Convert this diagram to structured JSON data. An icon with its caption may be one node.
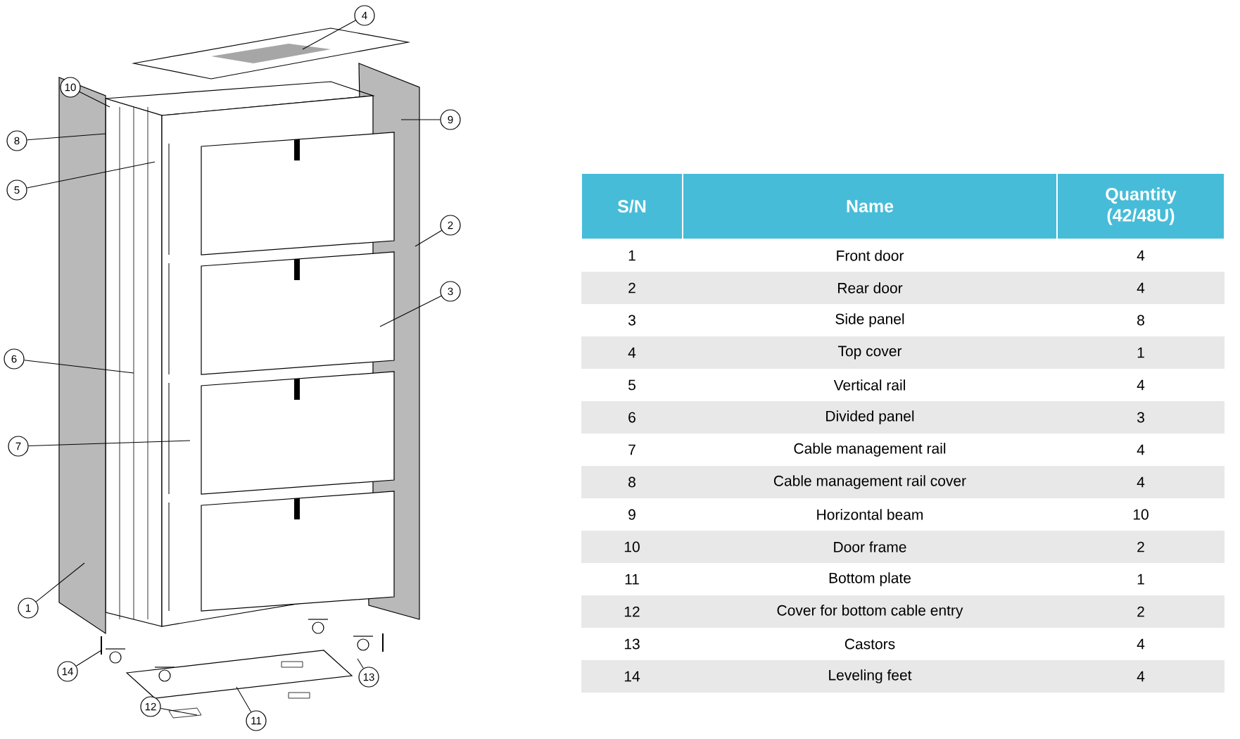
{
  "diagram": {
    "nodes": [
      {
        "text": [
          "4"
        ]
      },
      {
        "text": [
          "10"
        ]
      },
      {
        "text": [
          "9"
        ]
      },
      {
        "text": [
          "8"
        ]
      },
      {
        "text": [
          "5"
        ]
      },
      {
        "text": [
          "2"
        ]
      },
      {
        "text": [
          "3"
        ]
      },
      {
        "text": [
          "6"
        ]
      },
      {
        "text": [
          "7"
        ]
      },
      {
        "text": [
          "1"
        ]
      },
      {
        "text": [
          "14"
        ]
      },
      {
        "text": [
          "13"
        ]
      },
      {
        "text": [
          "12"
        ]
      },
      {
        "text": [
          "11"
        ]
      }
    ],
    "edges": [
      {
        "from": 0,
        "to": null,
        "arrow": "none"
      },
      {
        "from": 1,
        "to": null,
        "arrow": "none"
      },
      {
        "from": 2,
        "to": null,
        "arrow": "none"
      },
      {
        "from": 3,
        "to": null,
        "arrow": "none"
      },
      {
        "from": 4,
        "to": null,
        "arrow": "none"
      },
      {
        "from": 5,
        "to": null,
        "arrow": "none"
      },
      {
        "from": 6,
        "to": null,
        "arrow": "none"
      },
      {
        "from": 7,
        "to": null,
        "arrow": "none"
      },
      {
        "from": 8,
        "to": null,
        "arrow": "none"
      },
      {
        "from": 9,
        "to": null,
        "arrow": "none"
      },
      {
        "from": 10,
        "to": null,
        "arrow": "none"
      },
      {
        "from": 11,
        "to": null,
        "arrow": "none"
      },
      {
        "from": 12,
        "to": null,
        "arrow": "none"
      },
      {
        "from": 13,
        "to": null,
        "arrow": "none"
      }
    ],
    "labels": [
      "S/N",
      "Name",
      "Quantity (42/48U)",
      "1",
      "Front door",
      "4",
      "2",
      "Rear door",
      "4",
      "3",
      "Side panel",
      "8",
      "4",
      "Top cover",
      "1",
      "5",
      "Vertical rail",
      "4",
      "6",
      "Divided panel",
      "3",
      "7",
      "Cable management rail",
      "4",
      "8",
      "Cable management rail cover",
      "4",
      "9",
      "Horizontal beam",
      "10",
      "10",
      "Door frame",
      "2",
      "11",
      "Bottom plate",
      "1",
      "12",
      "Cover for bottom cable entry",
      "2",
      "13",
      "Castors",
      "4",
      "14",
      "Leveling feet",
      "4"
    ]
  }
}
